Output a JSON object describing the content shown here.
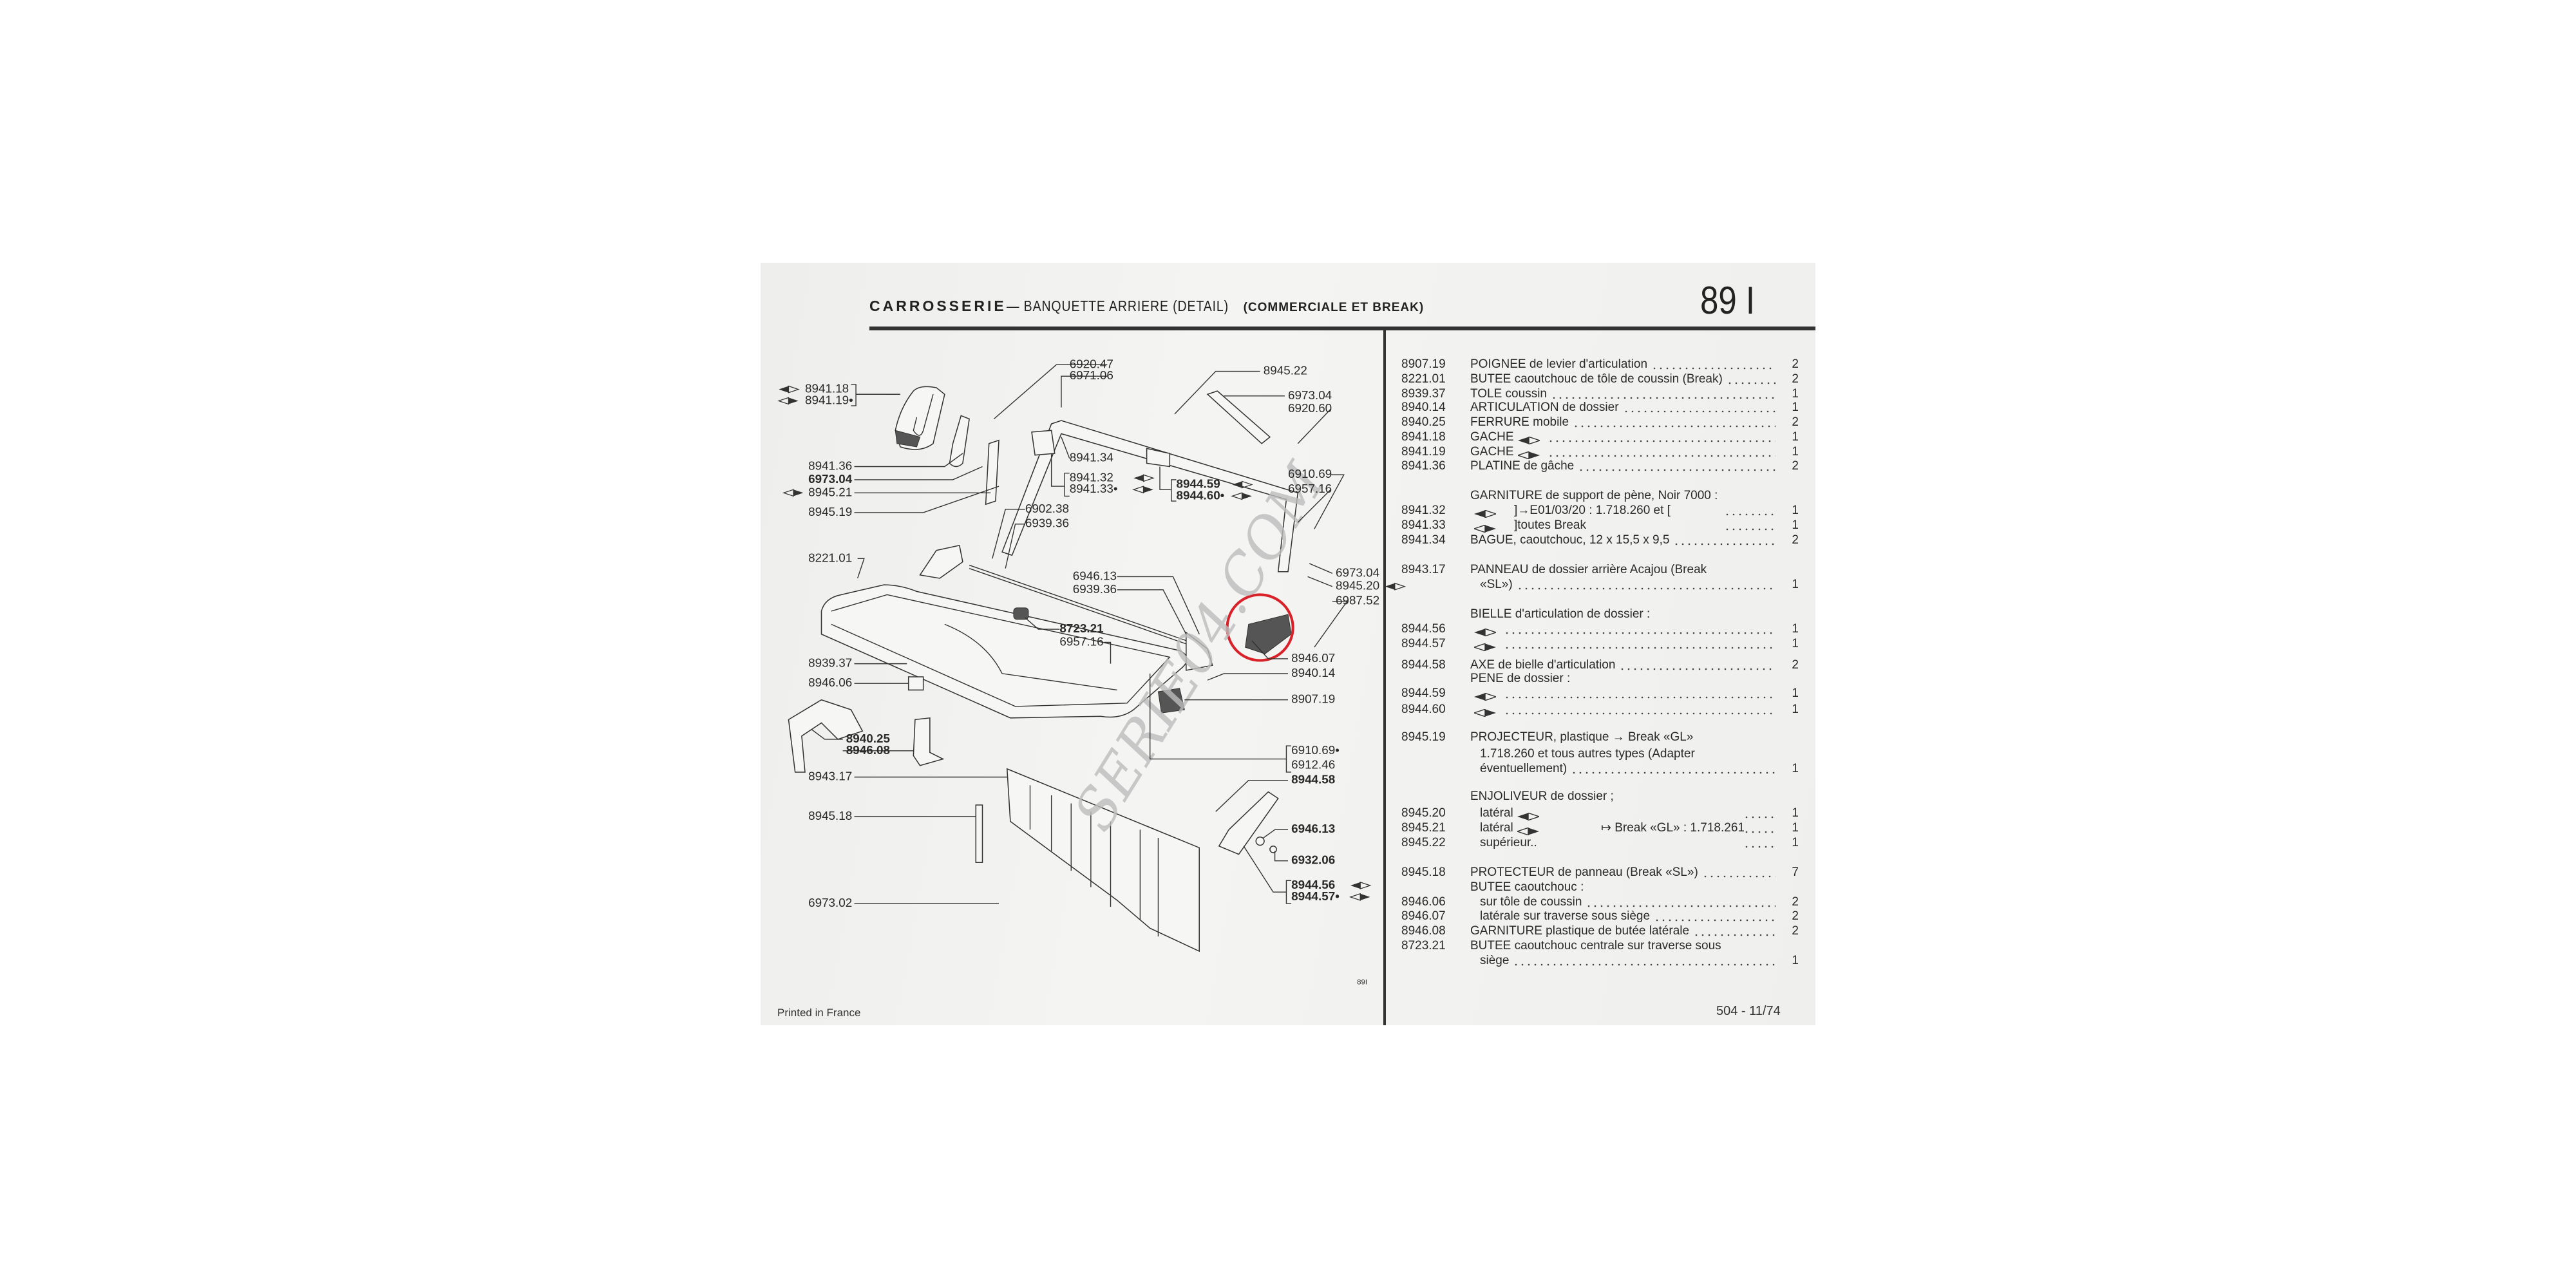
{
  "header": {
    "section": "CARROSSERIE",
    "subtitle": " — BANQUETTE ARRIERE (DETAIL) ",
    "qualifier": "(COMMERCIALE ET BREAK)",
    "page_number": "89 I"
  },
  "diagram": {
    "figure_ref": "89I",
    "watermark": "SERIE04.COM",
    "highlight_color": "#d9212a",
    "labels": [
      "8941.18",
      "8941.19•",
      "6920.47",
      "6971.06",
      "8945.22",
      "6973.04",
      "6920.60",
      "8941.36",
      "6973.04",
      "8945.21",
      "8945.19",
      "8941.34",
      "8941.32",
      "8941.33•",
      "8944.59",
      "8944.60•",
      "6910.69",
      "6957.16",
      "6902.38",
      "6939.36",
      "8221.01",
      "6946.13",
      "6939.36",
      "6973.04",
      "8945.20",
      "6987.52",
      "8723.21",
      "6957.16",
      "8946.07",
      "8940.14",
      "8939.37",
      "8946.06",
      "8907.19",
      "8940.25",
      "8946.08",
      "6910.69•",
      "6912.46",
      "8944.58",
      "8943.17",
      "8945.18",
      "6946.13",
      "6932.06",
      "8944.56",
      "8944.57•",
      "6973.02"
    ]
  },
  "parts": [
    {
      "num": "8907.19",
      "desc": "POIGNEE de levier d'articulation",
      "qty": "2"
    },
    {
      "num": "8221.01",
      "desc": "BUTEE caoutchouc de tôle de coussin (Break)",
      "qty": "2"
    },
    {
      "num": "8939.37",
      "desc": "TOLE coussin",
      "qty": "1"
    },
    {
      "num": "8940.14",
      "desc": "ARTICULATION de dossier",
      "qty": "1"
    },
    {
      "num": "8940.25",
      "desc": "FERRURE mobile",
      "qty": "2"
    },
    {
      "num": "8941.18",
      "desc": "GACHE",
      "side": "left",
      "qty": "1"
    },
    {
      "num": "8941.19",
      "desc": "GACHE",
      "side": "right",
      "qty": "1"
    },
    {
      "num": "8941.36",
      "desc": "PLATINE de gâche",
      "qty": "2"
    },
    {
      "desc": "GARNITURE de support de pène, Noir 7000 :",
      "nolead": true
    },
    {
      "num": "8941.32",
      "desc": "",
      "side": "left",
      "note": "]→E01/03/20 : 1.718.260 et [",
      "qty": "1"
    },
    {
      "num": "8941.33",
      "desc": "",
      "side": "right",
      "note": "]toutes Break",
      "qty": "1"
    },
    {
      "num": "8941.34",
      "desc": "BAGUE, caoutchouc, 12 x 15,5 x 9,5",
      "qty": "2"
    },
    {
      "num": "8943.17",
      "desc": "PANNEAU de dossier arrière Acajou (Break",
      "nolead": true
    },
    {
      "desc": "«SL»)",
      "indent": true,
      "qty": "1"
    },
    {
      "desc": "BIELLE d'articulation de dossier :",
      "nolead": true
    },
    {
      "num": "8944.56",
      "desc": "",
      "side": "left",
      "qty": "1"
    },
    {
      "num": "8944.57",
      "desc": "",
      "side": "right",
      "qty": "1"
    },
    {
      "num": "8944.58",
      "desc": "AXE de bielle d'articulation",
      "qty": "2"
    },
    {
      "desc": "PENE de dossier :",
      "nolead": true
    },
    {
      "num": "8944.59",
      "desc": "",
      "side": "left",
      "qty": "1"
    },
    {
      "num": "8944.60",
      "desc": "",
      "side": "right",
      "qty": "1"
    },
    {
      "num": "8945.19",
      "desc": "PROJECTEUR, plastique → Break «GL»",
      "nolead": true
    },
    {
      "desc": "1.718.260 et tous autres types (Adapter",
      "indent": true,
      "nolead": true
    },
    {
      "desc": "éventuellement)",
      "indent": true,
      "qty": "1"
    },
    {
      "desc": "ENJOLIVEUR de dossier ;",
      "nolead": true
    },
    {
      "num": "8945.20",
      "desc": "latéral",
      "side": "left",
      "indent": true,
      "qty": "1",
      "shortlead": true
    },
    {
      "num": "8945.21",
      "desc": "latéral",
      "side": "right",
      "indent": true,
      "qty": "1",
      "shortlead": true,
      "note": "↦ Break «GL» : 1.718.261"
    },
    {
      "num": "8945.22",
      "desc": "supérieur..",
      "indent": true,
      "qty": "1",
      "shortlead": true
    },
    {
      "num": "8945.18",
      "desc": "PROTECTEUR de panneau (Break «SL»)",
      "qty": "7"
    },
    {
      "desc": "BUTEE caoutchouc :",
      "nolead": true
    },
    {
      "num": "8946.06",
      "desc": "sur tôle de coussin",
      "indent": true,
      "qty": "2"
    },
    {
      "num": "8946.07",
      "desc": "latérale sur traverse sous siège",
      "indent": true,
      "qty": "2"
    },
    {
      "num": "8946.08",
      "desc": "GARNITURE plastique de butée latérale",
      "qty": "2"
    },
    {
      "num": "8723.21",
      "desc": "BUTEE caoutchouc centrale sur traverse sous",
      "nolead": true
    },
    {
      "desc": "siège",
      "indent": true,
      "qty": "1"
    }
  ],
  "footer": {
    "printed": "Printed in France",
    "edition": "504 - 11/74"
  }
}
